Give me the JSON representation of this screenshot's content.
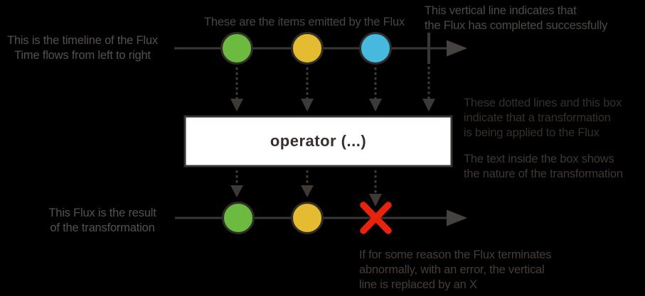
{
  "colors": {
    "background": "#000000",
    "timeline": "#3a3735",
    "arrowhead": "#46423f",
    "dashed_line": "#403c39",
    "dashed_arrowhead": "#3d3936",
    "marble_border": "#2f2c29",
    "marble_green": "#6cbb40",
    "marble_yellow": "#e5bb32",
    "marble_blue": "#48b9de",
    "error_x": "#e7230e",
    "operator_box_bg": "#ffffff",
    "operator_box_border": "#393431",
    "operator_text": "#37302c",
    "text_timeline_note": "#56514e",
    "text_items_note": "#4a4542",
    "text_complete_note": "#4e4a47",
    "text_transform_note": "#362f2c",
    "text_boxtext_note": "#3f3733",
    "text_result_note": "#56514e",
    "text_error_note": "#473d37"
  },
  "operator": {
    "label": "operator (...)"
  },
  "annotations": {
    "timeline_note": {
      "line1": "This is the timeline of the Flux",
      "line2": "Time flows from left to right"
    },
    "items_note": {
      "line1": "These are the items emitted by the Flux"
    },
    "complete_note": {
      "line1": "This vertical line indicates that",
      "line2": "the Flux has completed successfully"
    },
    "transform_note": {
      "line1": "These dotted lines and this box",
      "line2": "indicate that a transformation",
      "line3": "is being applied to the Flux"
    },
    "boxtext_note": {
      "line1": "The text inside the box shows",
      "line2": "the nature of the transformation"
    },
    "result_note": {
      "line1": "This Flux is the result",
      "line2": "of the transformation"
    },
    "error_note": {
      "line1": "If for some reason the Flux terminates",
      "line2": "abnormally, with an error, the vertical",
      "line3": "line is replaced by an X"
    }
  },
  "diagram": {
    "top_flux": {
      "marbles": [
        "green",
        "yellow",
        "blue"
      ],
      "terminal": "complete"
    },
    "bottom_flux": {
      "marbles": [
        "green",
        "yellow"
      ],
      "terminal": "error"
    }
  }
}
